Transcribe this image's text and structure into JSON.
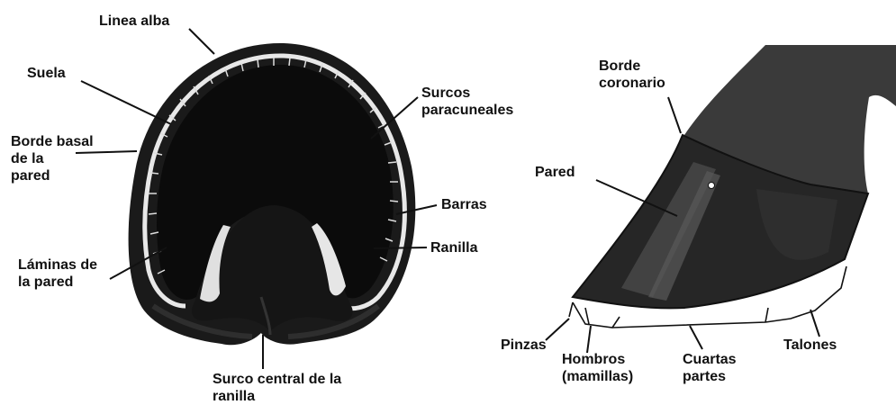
{
  "sole_view": {
    "labels": {
      "linea_alba": "Linea alba",
      "suela": "Suela",
      "borde_basal": "Borde basal\nde la\npared",
      "surcos_paracuneales": "Surcos\nparacuneales",
      "barras": "Barras",
      "ranilla": "Ranilla",
      "laminas": "Láminas de\nla pared",
      "surco_central": "Surco central de la\nranilla"
    }
  },
  "side_view": {
    "labels": {
      "borde_coronario": "Borde\ncoronario",
      "pared": "Pared",
      "pinzas": "Pinzas",
      "hombros": "Hombros\n(mamillas)",
      "cuartas_partes": "Cuartas\npartes",
      "talones": "Talones"
    }
  }
}
